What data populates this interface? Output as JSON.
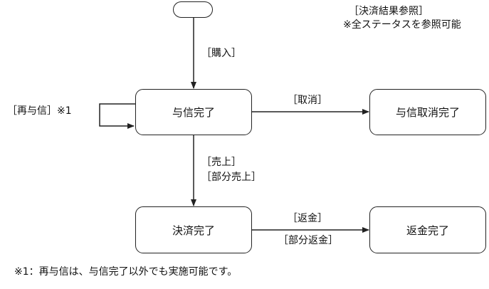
{
  "top_note": {
    "line1": "［決済結果参照］",
    "line2": "※全ステータスを参照可能"
  },
  "states": {
    "credit_completed": "与信完了",
    "credit_cancel_completed": "与信取消完了",
    "settlement_completed": "決済完了",
    "refund_completed": "返金完了"
  },
  "transitions": {
    "purchase": "［購入］",
    "cancel": "［取消］",
    "recredit": "［再与信］※1",
    "sale": "［売上］",
    "partial_sale": "［部分売上］",
    "refund": "［返金］",
    "partial_refund": "［部分返金］"
  },
  "footnote": "※1：再与信は、与信完了以外でも実施可能です。"
}
